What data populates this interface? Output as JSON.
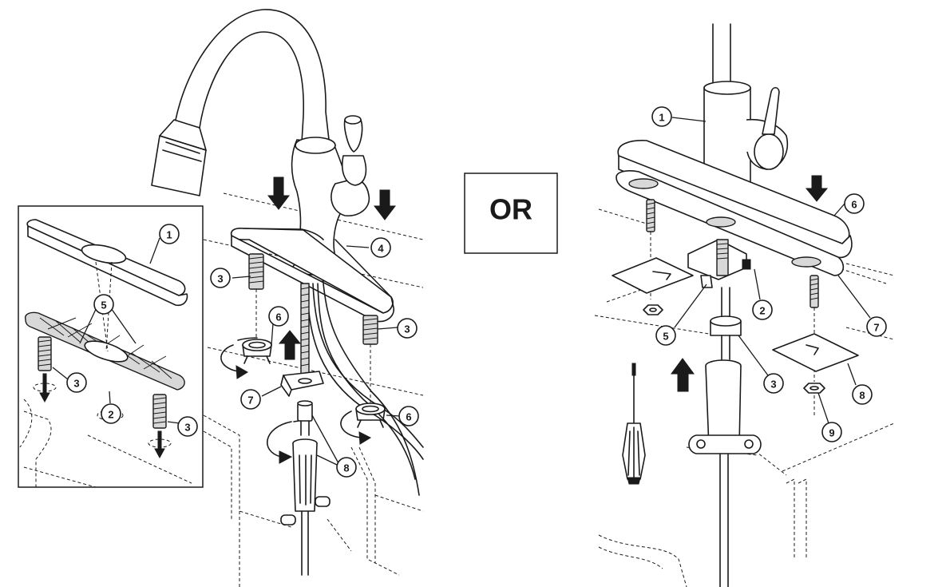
{
  "separator": {
    "label": "OR"
  },
  "left_assembly": {
    "callouts": {
      "c4": "4",
      "c3a": "3",
      "c3b": "3",
      "c6a": "6",
      "c6b": "6",
      "c7": "7",
      "c8": "8"
    }
  },
  "inset_assembly": {
    "callouts": {
      "c1": "1",
      "c5": "5",
      "c3a": "3",
      "c3b": "3",
      "c2": "2"
    }
  },
  "right_assembly": {
    "callouts": {
      "c1": "1",
      "c6": "6",
      "c2": "2",
      "c5": "5",
      "c7": "7",
      "c3": "3",
      "c8": "8",
      "c9": "9"
    }
  },
  "icons": [
    "arrow-down-icon",
    "arrow-up-icon",
    "rotate-arrow-icon",
    "screwdriver-icon"
  ]
}
